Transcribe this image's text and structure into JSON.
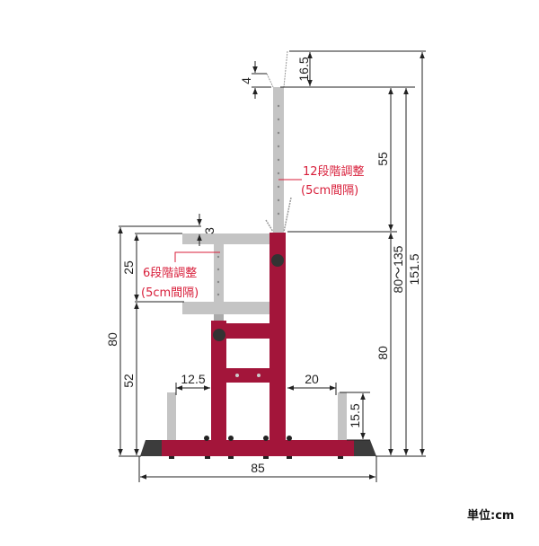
{
  "colors": {
    "frame": "#a3153a",
    "gray": "#c4c4c4",
    "foot": "#3c3c3c",
    "annotation": "#d81e3a",
    "line": "#222222"
  },
  "dimensions": {
    "top_hook": "16.5",
    "hook_gap": "4",
    "upper_upright": "55",
    "safety_gap": "3",
    "safety_range": "25",
    "safety_base": "52",
    "total_left": "80",
    "frame_height": "80",
    "bar_height_range": "80〜135",
    "total_height": "151.5",
    "left_peg_offset": "12.5",
    "right_peg_offset": "20",
    "peg_height": "15.5",
    "base_width": "85"
  },
  "annotations": {
    "upper_steps": "12段階調整",
    "upper_interval": "(5cm間隔)",
    "safety_steps": "6段階調整",
    "safety_interval": "(5cm間隔)"
  },
  "unit_label": "単位:cm"
}
